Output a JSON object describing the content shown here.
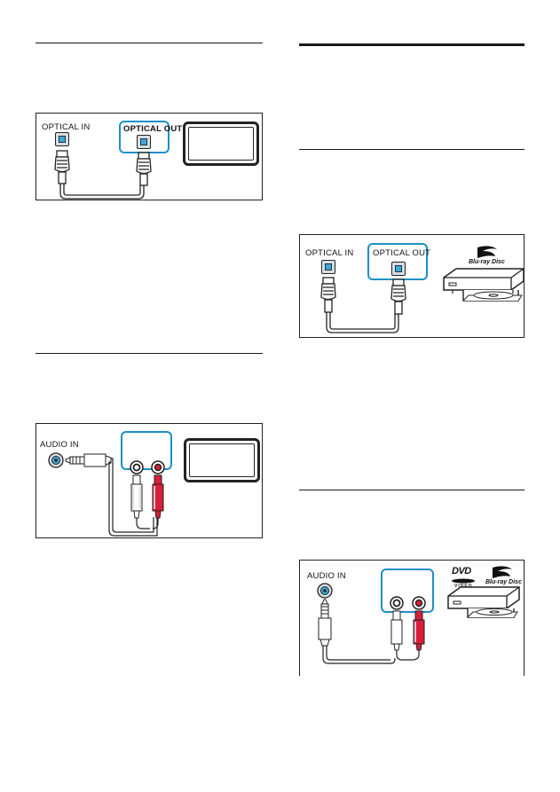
{
  "diagrams": {
    "tv_optical": {
      "in_label": "OPTICAL IN",
      "out_label": "OPTICAL OUT"
    },
    "tv_audio": {
      "in_label": "AUDIO IN"
    },
    "bluray_optical": {
      "in_label": "OPTICAL IN",
      "out_label": "OPTICAL OUT",
      "logo": "Blu-ray Disc"
    },
    "bluray_audio": {
      "in_label": "AUDIO IN",
      "dvd_logo": "DVD",
      "dvd_sub": "VIDEO",
      "logo": "Blu-ray Disc"
    }
  }
}
